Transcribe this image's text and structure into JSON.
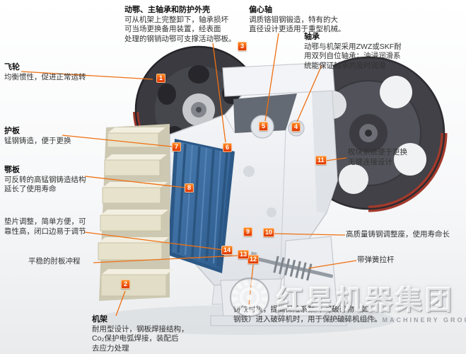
{
  "callouts": {
    "movable_jaw": {
      "title": "动鄂、主轴承和防护外壳",
      "desc": "可从机架上完整卸下，轴承损坏\n可当场更换备用装置，经表面\n处理的钢销动鄂可支撑活动鄂板。"
    },
    "eccentric_shaft": {
      "title": "偏心轴",
      "desc": "调质铬钼钢锻造，特有的大\n直径设计更适用于重型机械。"
    },
    "bearing": {
      "title": "轴承",
      "desc": "动鄂与机架采用ZWZ或SKF耐\n用双列自位轴承；油浸润滑系\n统能保证轴承的及时润滑"
    },
    "flywheel": {
      "title": "飞轮",
      "desc": "均衡惯性，促进正常运转"
    },
    "guard_plate": {
      "title": "护板",
      "desc": "锰钢铸造，便于更换"
    },
    "jaw_plate": {
      "title": "鄂板",
      "desc": "可反转的高锰钢铸造结构\n延长了使用寿命"
    },
    "shim_adjust": {
      "desc": "垫片调整，简单方便，可\n靠性高，闭口边易于调节"
    },
    "toggle_stroke": {
      "desc": "平稳的肘板冲程"
    },
    "frame": {
      "title": "机架",
      "desc": "耐用型设计，钢板焊接结构，\nCo₂保护电弧焊接，装配后\n去应力处理"
    },
    "toggle_plate": {
      "desc": "铸铁肘板，提高保险系数,不可破碎物（如\n钢铁）进入破碎机时，用于保护破碎机组件。"
    },
    "wedge": {
      "desc": "楔块系统便于更换\n无键连接设计"
    },
    "adjust_seat": {
      "desc": "高质量铸钢调整座，使用寿命长"
    },
    "spring_rod": {
      "desc": "带弹簧拉杆"
    }
  },
  "markers": [
    "1",
    "2",
    "3",
    "4",
    "5",
    "6",
    "7",
    "8",
    "9",
    "10",
    "11",
    "12",
    "13",
    "14"
  ],
  "watermark": {
    "text": "红星机器集团",
    "subtext": "HONGXING MACHINERY GROUP"
  },
  "colors": {
    "leader_line": "#ef7012",
    "marker_bg": "#ea4a0d",
    "flywheel_dark": "#3a3a40",
    "red_accent": "#9c352a",
    "jaw_blue": "#3d6ea6",
    "liner_beige": "#e6e2cc",
    "body_white": "#f3f4f7"
  }
}
